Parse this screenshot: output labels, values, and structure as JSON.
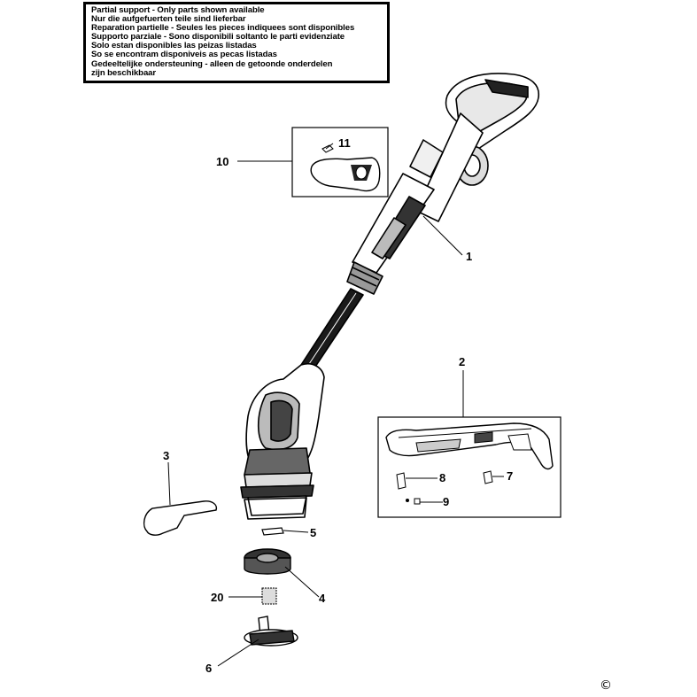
{
  "notice": {
    "lines": [
      "Partial support - Only parts shown available",
      "Nur die aufgefuerten teile sind lieferbar",
      "Reparation partielle - Seules les pieces indiquees sont disponibles",
      "Supporto parziale - Sono disponibili soltanto le parti evidenziate",
      "Solo estan disponibles las peizas listadas",
      "So se encontram disponiveis as pecas listadas",
      "Gedeeltelijke ondersteuning - alleen de getoonde onderdelen",
      "zijn beschikbaar"
    ]
  },
  "callouts": {
    "p1": "1",
    "p2": "2",
    "p3": "3",
    "p4": "4",
    "p5": "5",
    "p6": "6",
    "p7": "7",
    "p8": "8",
    "p9": "9",
    "p10": "10",
    "p11": "11",
    "p20": "20"
  },
  "copyright": "©"
}
